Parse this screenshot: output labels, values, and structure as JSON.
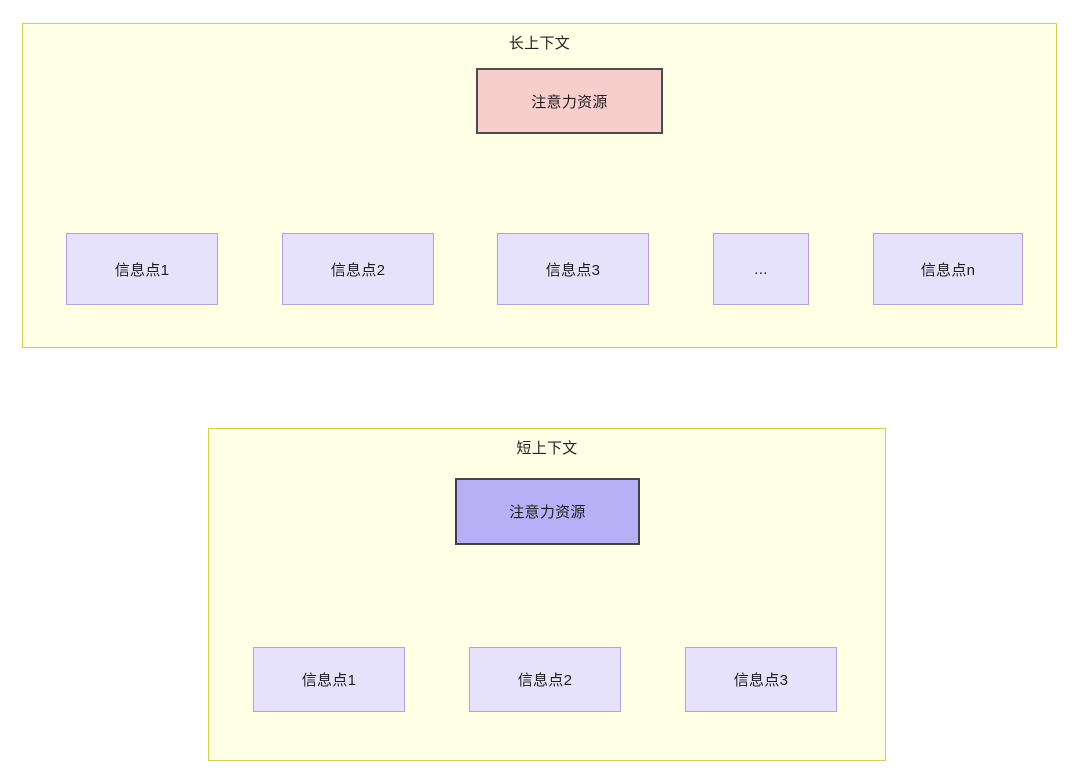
{
  "palette": {
    "container_fill": "#FFFFE6",
    "container_border": "#CFCF52",
    "root_pink_fill": "#F8CECC",
    "root_pink_border": "#4D4D4D",
    "root_blue_fill": "#B9AFF7",
    "root_blue_border": "#41404B",
    "leaf_fill": "#E6E2FB",
    "leaf_border": "#B79EE0",
    "edge_stroke": "#3B3B3B",
    "text_color": "#1C1C1C",
    "page_background": "#FFFFFF"
  },
  "diagram": {
    "type": "node-link-tree",
    "panels": [
      {
        "id": "long-context",
        "title": "长上下文",
        "root": {
          "label": "注意力资源",
          "style": "pink"
        },
        "leaves": [
          {
            "label": "信息点1"
          },
          {
            "label": "信息点2"
          },
          {
            "label": "信息点3"
          },
          {
            "label": "..."
          },
          {
            "label": "信息点n"
          }
        ],
        "edge_count": 5
      },
      {
        "id": "short-context",
        "title": "短上下文",
        "root": {
          "label": "注意力资源",
          "style": "blue"
        },
        "leaves": [
          {
            "label": "信息点1"
          },
          {
            "label": "信息点2"
          },
          {
            "label": "信息点3"
          }
        ],
        "edge_count": 3
      }
    ]
  }
}
